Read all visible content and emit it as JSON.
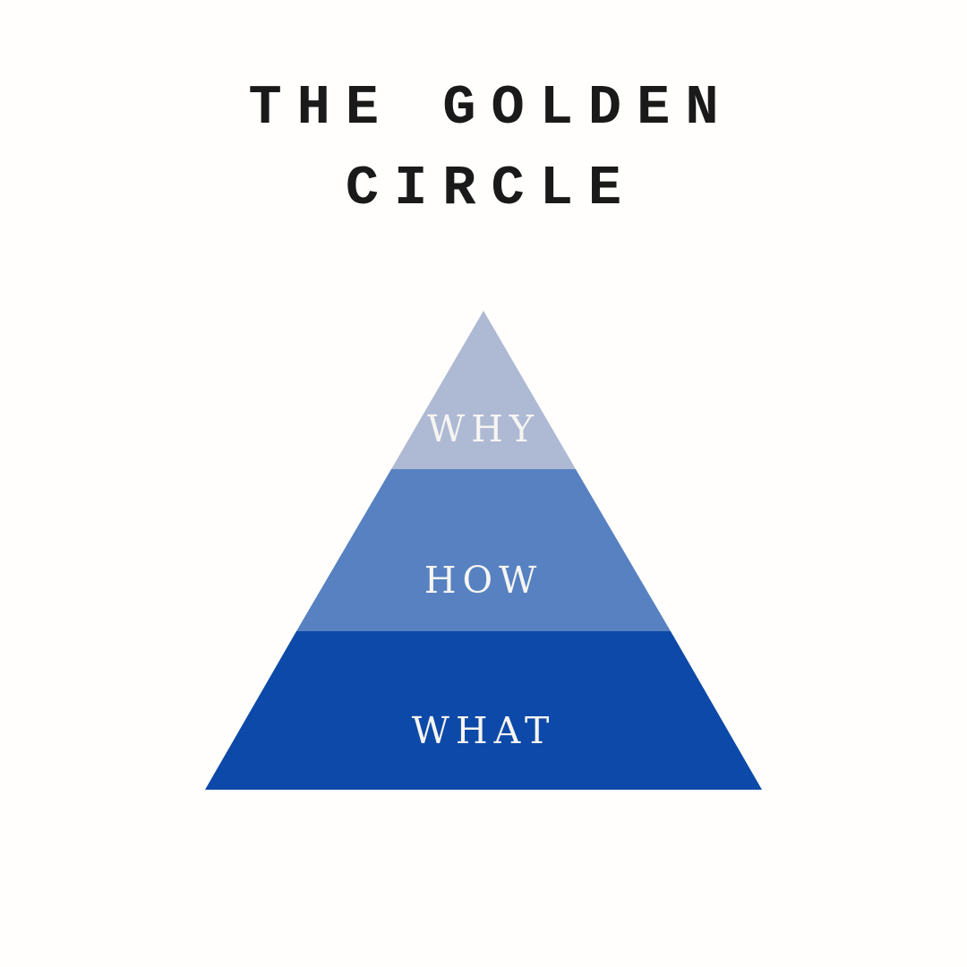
{
  "page": {
    "background": "#fffefc"
  },
  "title": {
    "text": "THE GOLDEN CIRCLE",
    "line1": "THE GOLDEN",
    "line2": "CIRCLE",
    "color": "#1a1a1a"
  },
  "pyramid": {
    "label_color": "#f6f5f1",
    "levels": [
      {
        "label": "WHY",
        "color": "#aeb9d4"
      },
      {
        "label": "HOW",
        "color": "#5781c1"
      },
      {
        "label": "WHAT",
        "color": "#0d49a8"
      }
    ]
  }
}
